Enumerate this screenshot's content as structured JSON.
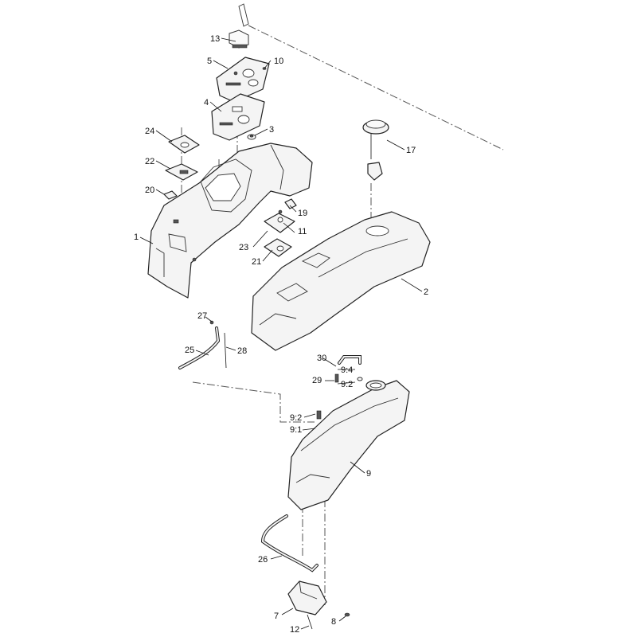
{
  "callouts": {
    "c13": "13",
    "c5": "5",
    "c10": "10",
    "c4": "4",
    "c3": "3",
    "c24": "24",
    "c22": "22",
    "c20": "20",
    "c17": "17",
    "c19": "19",
    "c11": "11",
    "c1": "1",
    "c23": "23",
    "c21": "21",
    "c2": "2",
    "c27": "27",
    "c25": "25",
    "c28": "28",
    "c30": "30",
    "c9_4": "9:4",
    "c29": "29",
    "c9_2a": "9:2",
    "c9_2b": "9:2",
    "c9_1": "9:1",
    "c9": "9",
    "c26": "26",
    "c7": "7",
    "c8": "8",
    "c12": "12"
  }
}
